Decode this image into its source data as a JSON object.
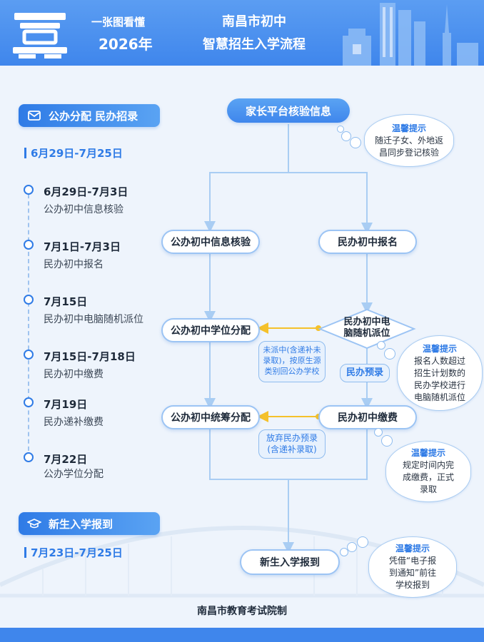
{
  "header": {
    "subtitle_small": "一张图看懂",
    "subtitle_year": "2026年",
    "title_line1": "南昌市初中",
    "title_line2": "智慧招生入学流程"
  },
  "sections": {
    "public_private": {
      "label": "公办分配 民办招录",
      "date_range": "6月29日-7月25日"
    },
    "enrollment": {
      "label": "新生入学报到",
      "date_range": "7月23日-7月25日"
    }
  },
  "timeline": [
    {
      "date": "6月29日-7月3日",
      "desc": "公办初中信息核验"
    },
    {
      "date": "7月1日-7月3日",
      "desc": "民办初中报名"
    },
    {
      "date": "7月15日",
      "desc": "民办初中电脑随机派位"
    },
    {
      "date": "7月15日-7月18日",
      "desc": "民办初中缴费"
    },
    {
      "date": "7月19日",
      "desc": "民办递补缴费"
    },
    {
      "date": "7月22日",
      "desc": "公办学位分配"
    }
  ],
  "flow": {
    "top": "家长平台核验信息",
    "public_verify": "公办初中信息核验",
    "private_signup": "民办初中报名",
    "public_assign": "公办初中学位分配",
    "lottery_line1": "民办初中电",
    "lottery_line2": "脑随机派位",
    "public_overall": "公办初中统筹分配",
    "private_pay": "民办初中缴费",
    "enroll": "新生入学报到",
    "not_drawn_note_l1": "未派中(含递补未",
    "not_drawn_note_l2": "录取)，按原生源",
    "not_drawn_note_l3": "类别回公办学校",
    "private_preadmit": "民办预录",
    "give_up_note_l1": "放弃民办预录",
    "give_up_note_l2": "(含递补录取)"
  },
  "tips": {
    "tip1": {
      "title": "温馨提示",
      "l1": "随迁子女、外地返",
      "l2": "昌同步登记核验"
    },
    "tip2": {
      "title": "温馨提示",
      "l1": "报名人数超过",
      "l2": "招生计划数的",
      "l3": "民办学校进行",
      "l4": "电脑随机派位"
    },
    "tip3": {
      "title": "温馨提示",
      "l1": "规定时间内完",
      "l2": "成缴费，正式",
      "l3": "录取"
    },
    "tip4": {
      "title": "温馨提示",
      "l1": "凭借“电子报",
      "l2": "到通知”前往",
      "l3": "学校报到"
    }
  },
  "footer": "南昌市教育考试院制",
  "colors": {
    "primary": "#3f86ec",
    "accent": "#2f7be6",
    "arrow_yellow": "#f5c12a",
    "line": "#a9cdf3"
  }
}
